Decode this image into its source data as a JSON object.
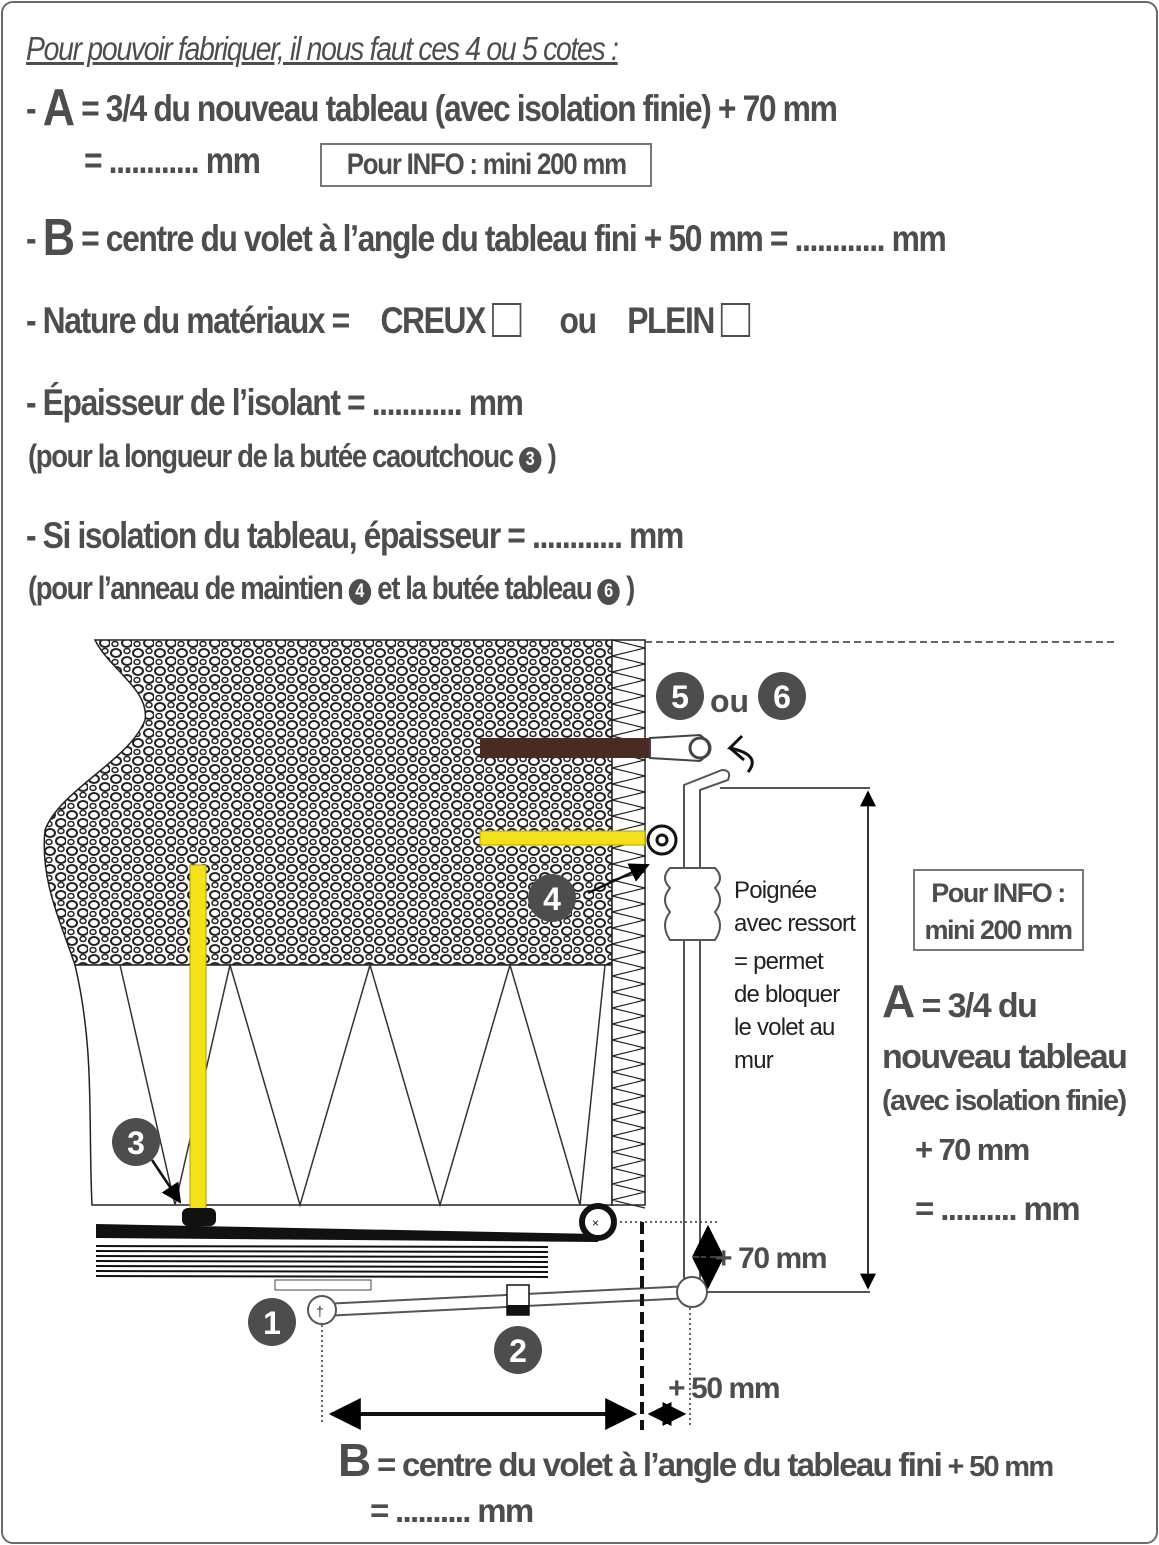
{
  "intro": "Pour pouvoir fabriquer, il nous faut ces 4 ou 5 cotes :",
  "line_a": {
    "dash": "- ",
    "letter": "A",
    "text": " = 3/4 du nouveau tableau (avec isolation finie) + 70 mm",
    "value": "= ............ mm",
    "info": "Pour INFO : mini 200 mm"
  },
  "line_b": {
    "dash": "- ",
    "letter": "B",
    "text": " = centre du volet à l’angle du tableau fini + 50 mm = ............ mm"
  },
  "line_nature": {
    "label": "- Nature du matériaux =",
    "opt1": "CREUX",
    "or": "ou",
    "opt2": "PLEIN"
  },
  "line_isolant": {
    "text": "- Épaisseur de l’isolant = ............ mm",
    "note_pre": "(pour la longueur de la butée caoutchouc",
    "badge": "3",
    "note_post": ")"
  },
  "line_tableau": {
    "text": "- Si isolation du tableau, épaisseur = ............ mm",
    "note_pre": "(pour l’anneau de maintien",
    "badge1": "4",
    "note_mid": "et la butée tableau",
    "badge2": "6",
    "note_post": ")"
  },
  "diagram": {
    "badges": [
      "1",
      "2",
      "3",
      "4",
      "5",
      "6"
    ],
    "ou": "ou",
    "handle_note": [
      "Poignée",
      "avec ressort",
      "= permet",
      "de bloquer",
      "le volet au",
      "mur"
    ],
    "info_box": [
      "Pour INFO :",
      "mini 200 mm"
    ],
    "a_label": {
      "letter": "A",
      "l1": " = 3/4 du",
      "l2": "nouveau tableau",
      "l3": "(avec isolation finie)",
      "l4": "+ 70 mm",
      "l5": "= .......... mm"
    },
    "plus70": "+ 70 mm",
    "plus50": "+ 50 mm",
    "b_label": {
      "letter": "B",
      "text": " = centre du volet à l’angle du tableau fini",
      "suffix": " + 50 mm",
      "value": "= .......... mm"
    },
    "colors": {
      "text": "#4d4d4d",
      "yellow": "#f5e11a",
      "brown": "#4a2a22"
    }
  }
}
